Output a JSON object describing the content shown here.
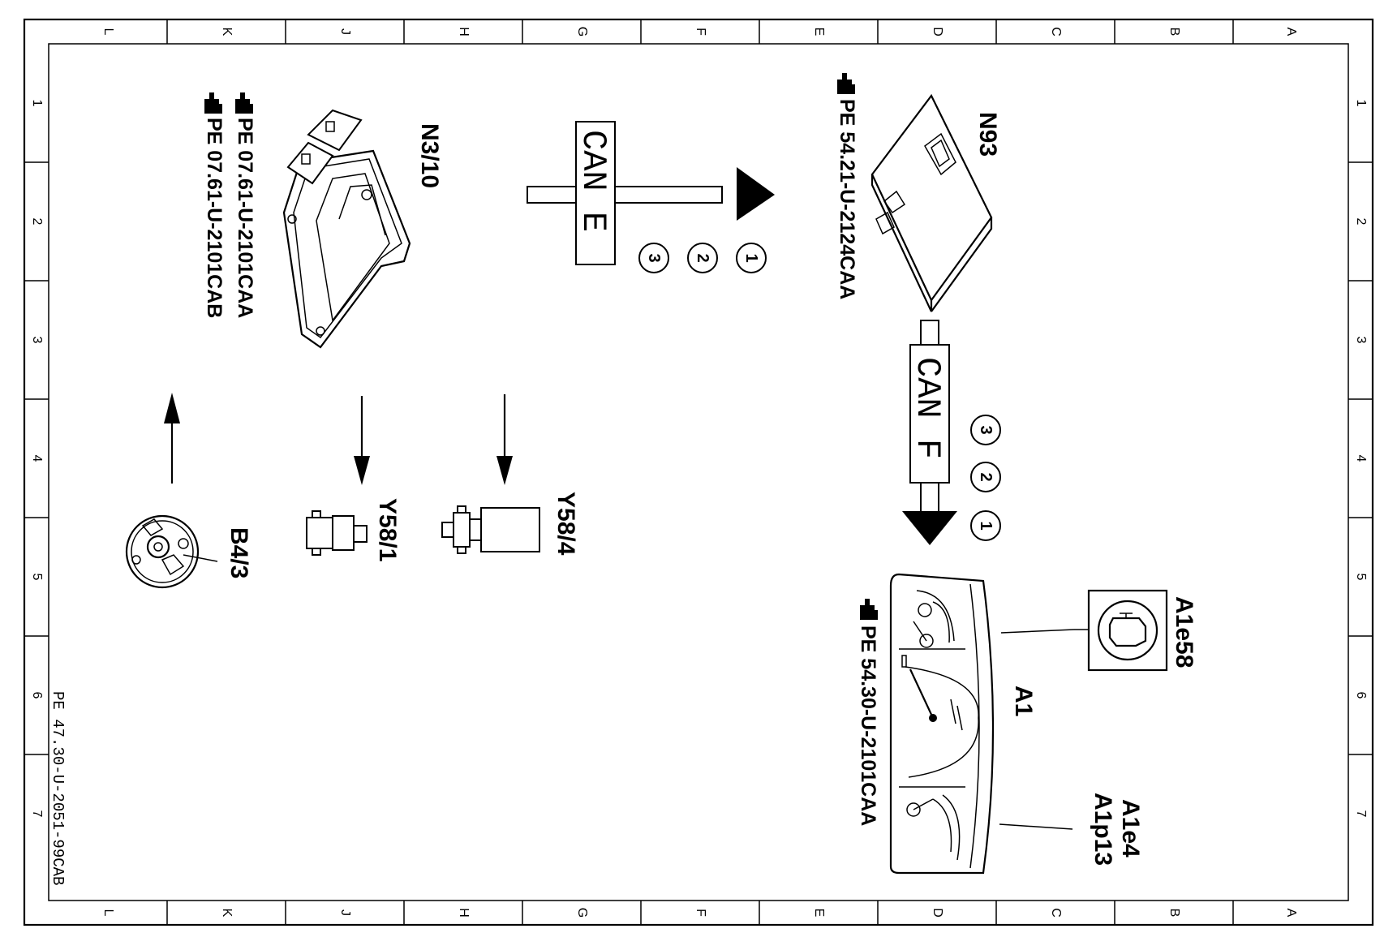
{
  "frame": {
    "columns": [
      "L",
      "K",
      "J",
      "H",
      "G",
      "F",
      "E",
      "D",
      "C",
      "B",
      "A"
    ],
    "rows": [
      "1",
      "2",
      "3",
      "4",
      "5",
      "6",
      "7"
    ]
  },
  "components": {
    "n3_10": {
      "label": "N3/10",
      "refs": [
        "PE 07.61-U-2101CAA",
        "PE 07.61-U-2101CAB"
      ]
    },
    "n93": {
      "label": "N93",
      "refs": [
        "PE 54.21-U-2124CAA"
      ]
    },
    "a1": {
      "label": "A1",
      "refs": [
        "PE 54.30-U-2101CAA"
      ]
    },
    "a1e58": {
      "label": "A1e58"
    },
    "a1e4": {
      "label": "A1e4"
    },
    "a1p13": {
      "label": "A1p13"
    },
    "y58_1": {
      "label": "Y58/1"
    },
    "y58_4": {
      "label": "Y58/4"
    },
    "b4_3": {
      "label": "B4/3"
    }
  },
  "buses": {
    "can_e": {
      "label": "CAN E",
      "numbers": [
        "1",
        "2",
        "3"
      ]
    },
    "can_f": {
      "label": "CAN F",
      "numbers": [
        "3",
        "2",
        "1"
      ]
    }
  },
  "document_id": "PE 47.30-U-2051-99CAB"
}
